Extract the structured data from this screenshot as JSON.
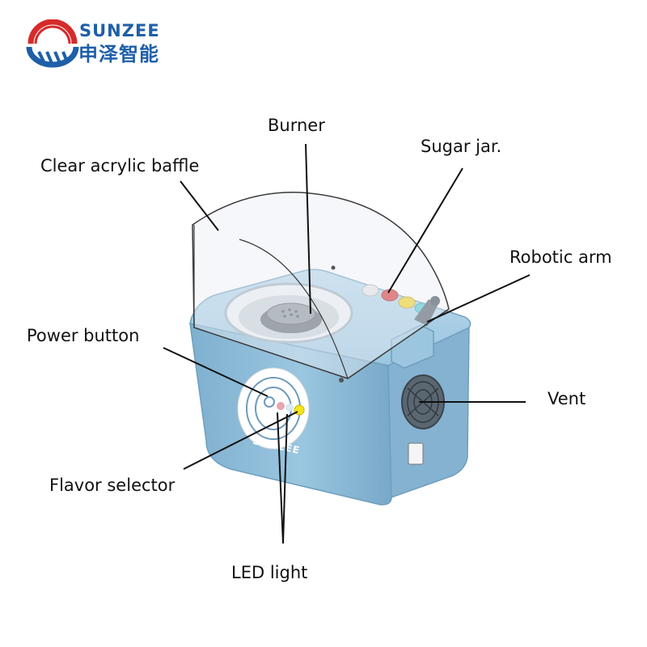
{
  "brand": {
    "name_en": "SUNZEE",
    "name_zh": "申泽智能",
    "device_print": "SUNZEE",
    "colors": {
      "blue": "#1f5fa8",
      "red": "#d62b2b"
    }
  },
  "labels": {
    "burner": "Burner",
    "sugar_jar": "Sugar jar.",
    "baffle": "Clear acrylic baffle",
    "robotic_arm": "Robotic arm",
    "power_button": "Power button",
    "vent": "Vent",
    "flavor_selector": "Flavor selector",
    "led_light": "LED light"
  },
  "device": {
    "body_color": "#8fbedb",
    "button_colors": [
      "#e6e6e6",
      "#d9302c",
      "#f2d21b",
      "#4cc9d8"
    ]
  }
}
